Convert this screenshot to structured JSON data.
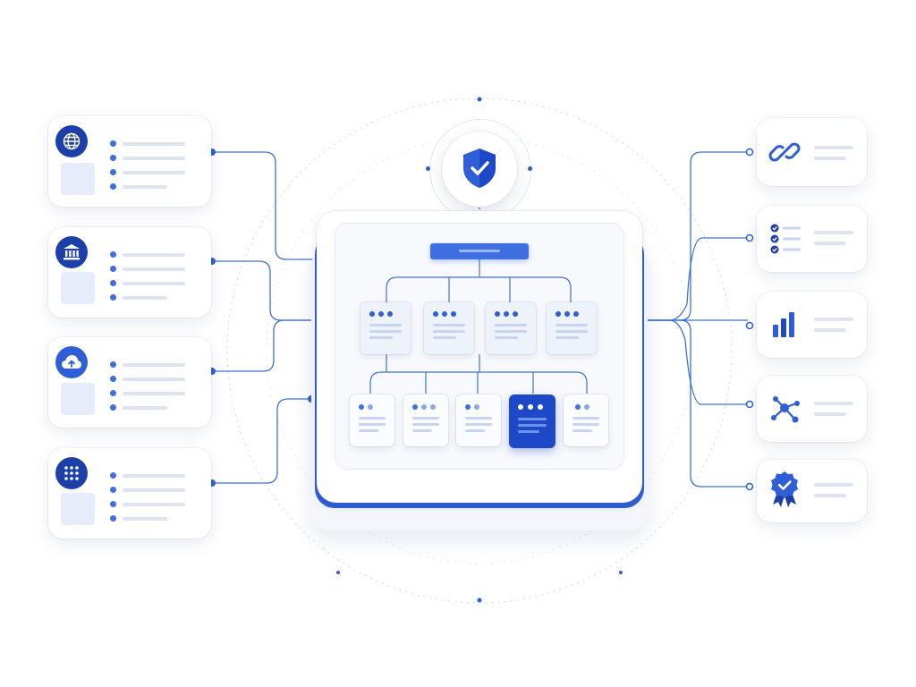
{
  "diagram": {
    "center_icon": "shield-check-icon",
    "left_cards": [
      {
        "icon": "globe-icon"
      },
      {
        "icon": "bank-icon"
      },
      {
        "icon": "cloud-upload-icon"
      },
      {
        "icon": "grid-dots-icon"
      }
    ],
    "right_cards": [
      {
        "icon": "link-icon"
      },
      {
        "icon": "checklist-icon"
      },
      {
        "icon": "bar-chart-icon"
      },
      {
        "icon": "network-share-icon"
      },
      {
        "icon": "award-badge-icon"
      }
    ],
    "tree": {
      "levels": 3,
      "mid_nodes": 4,
      "leaf_nodes": 5,
      "highlighted_leaf": 4
    },
    "colors": {
      "primary": "#2f5fd6",
      "dark": "#1d3faa",
      "highlight": "#1d48c7",
      "connector": "#3d6fe0",
      "placeholder": "#e6ecfa"
    }
  }
}
